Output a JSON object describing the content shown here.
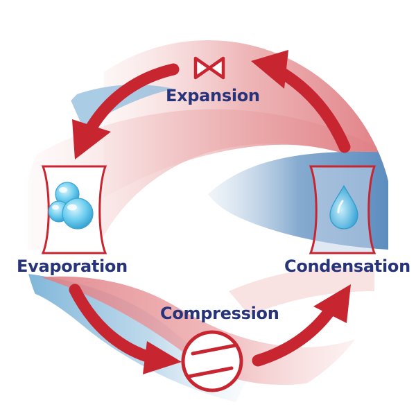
{
  "diagram": {
    "labels": {
      "expansion": "Expansion",
      "evaporation": "Evaporation",
      "condensation": "Condensation",
      "compression": "Compression"
    },
    "icons": {
      "expansion": "expansion-valve-icon",
      "evaporation": "bubbles-icon",
      "condensation": "water-drop-icon",
      "compression": "compressor-icon"
    },
    "colors": {
      "arrow": "#c72530",
      "label": "#27347a",
      "hot_band": "#e38a8e",
      "cold_band": "#6fa6cf",
      "bubble": "#5fc8ec",
      "drop": "#5fc8ec"
    }
  }
}
